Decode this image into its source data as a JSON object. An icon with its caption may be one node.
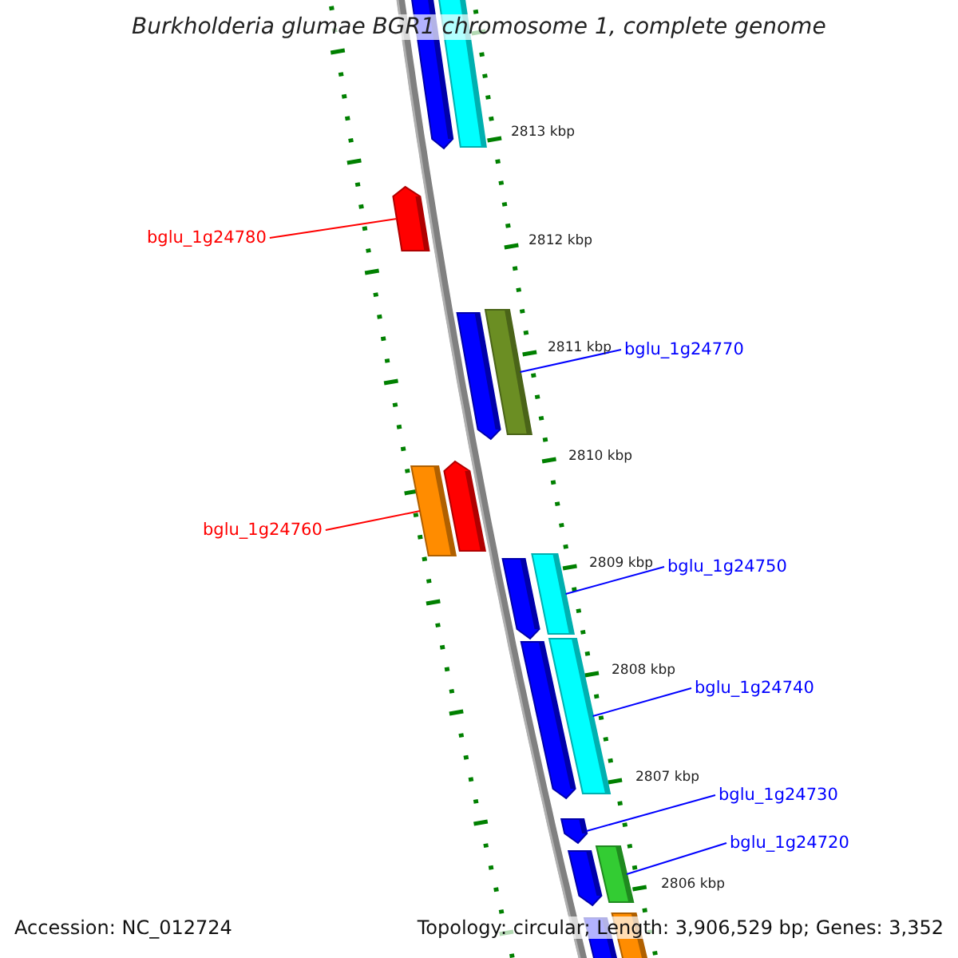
{
  "diagram": {
    "title": "Burkholderia glumae BGR1 chromosome 1, complete genome",
    "nodes": [
      {
        "text": [],
        "shape": "pentagon"
      },
      {
        "text": [],
        "shape": "bar"
      },
      {
        "text": [
          "bglu_1g24780"
        ]
      },
      {
        "text": [],
        "shape": "pentagon"
      },
      {
        "text": [],
        "shape": "pentagon"
      },
      {
        "text": [
          "bglu_1g24770"
        ]
      },
      {
        "text": [],
        "shape": "bar"
      },
      {
        "text": [
          "bglu_1g24760"
        ]
      },
      {
        "text": [],
        "shape": "bar"
      },
      {
        "text": [],
        "shape": "pentagon"
      },
      {
        "text": [],
        "shape": "pentagon"
      },
      {
        "text": [
          "bglu_1g24750"
        ]
      },
      {
        "text": [],
        "shape": "bar"
      },
      {
        "text": [],
        "shape": "pentagon"
      },
      {
        "text": [
          "bglu_1g24740"
        ]
      },
      {
        "text": [],
        "shape": "bar"
      },
      {
        "text": [
          "bglu_1g24730"
        ]
      },
      {
        "text": [],
        "shape": "pentagon"
      },
      {
        "text": [],
        "shape": "pentagon"
      },
      {
        "text": [
          "bglu_1g24720"
        ]
      },
      {
        "text": [],
        "shape": "bar"
      },
      {
        "text": [],
        "shape": "bar"
      },
      {
        "text": [],
        "shape": "bar"
      }
    ],
    "edges": [
      {
        "from": 2,
        "to": 3,
        "arrow": "none",
        "color": "#ff0000"
      },
      {
        "from": 5,
        "to": 6,
        "arrow": "none"
      },
      {
        "from": 7,
        "to": 8,
        "arrow": "none",
        "color": "#ff0000"
      },
      {
        "from": 11,
        "to": 12,
        "arrow": "none"
      },
      {
        "from": 14,
        "to": 15,
        "arrow": "none"
      },
      {
        "from": 16,
        "to": 17,
        "arrow": "none"
      },
      {
        "from": 19,
        "to": 20,
        "arrow": "none"
      }
    ],
    "labels": [
      "2813 kbp",
      "2812 kbp",
      "2811 kbp",
      "2810 kbp",
      "2809 kbp",
      "2808 kbp",
      "2807 kbp",
      "2806 kbp",
      "Accession: NC_012724",
      "Topology: circular; Length: 3,906,529 bp; Genes: 3,352"
    ]
  }
}
